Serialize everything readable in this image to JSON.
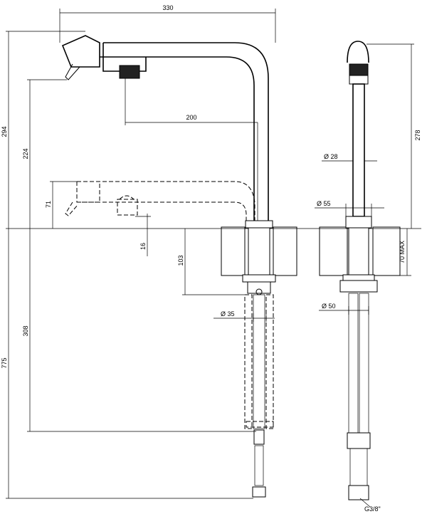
{
  "dimensions": {
    "total_width": "330",
    "spout_reach": "200",
    "total_height": "294",
    "spout_height": "224",
    "spout_height_down": "71",
    "step": "16",
    "shank_length": "103",
    "hose_length": "308",
    "overall_length": "775",
    "body_diameter": "Ø 35",
    "spout_diameter": "Ø 28",
    "base_diameter": "Ø 55",
    "nut_diameter": "Ø 50",
    "side_height": "278",
    "counter_thickness": "70 MAX",
    "connection": "G3/8\""
  }
}
